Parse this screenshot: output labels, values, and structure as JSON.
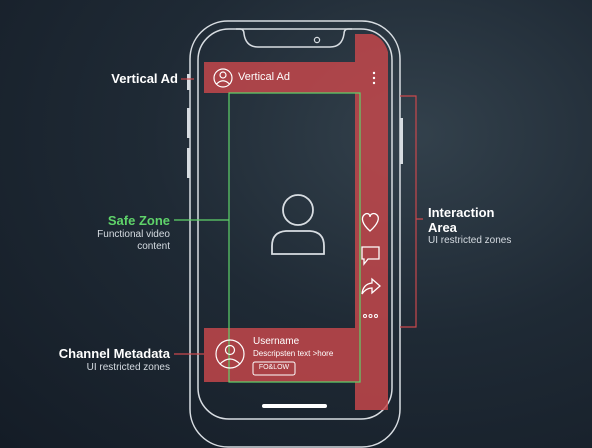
{
  "colors": {
    "background": "#1f2a35",
    "phone_outline": "#d8dde2",
    "restricted_fill": "#c9484c",
    "safe_zone_stroke": "#5fd36a",
    "label_text": "#ffffff"
  },
  "labels": {
    "vertical_ad": {
      "title": "Vertical Ad"
    },
    "safe_zone": {
      "title": "Safe Zone",
      "desc_line1": "Functional video",
      "desc_line2": "content"
    },
    "channel_metadata": {
      "title": "Channel Metadata",
      "desc": "UI restricted zones"
    },
    "interaction_area": {
      "title_line1": "Interaction",
      "title_line2": "Area",
      "desc": "UI restricted zones"
    }
  },
  "phone": {
    "header": {
      "title": "Vertical Ad",
      "user_icon": "user-circle-icon",
      "menu_icon": "more-vertical-icon"
    },
    "center_icon": "person-icon",
    "side_icons": [
      "heart-icon",
      "comment-icon",
      "share-icon",
      "more-horizontal-icon"
    ],
    "footer": {
      "username": "Username",
      "description": "Descripsten text >hore",
      "follow_label": "FO&LOW",
      "avatar_icon": "user-circle-icon"
    }
  }
}
